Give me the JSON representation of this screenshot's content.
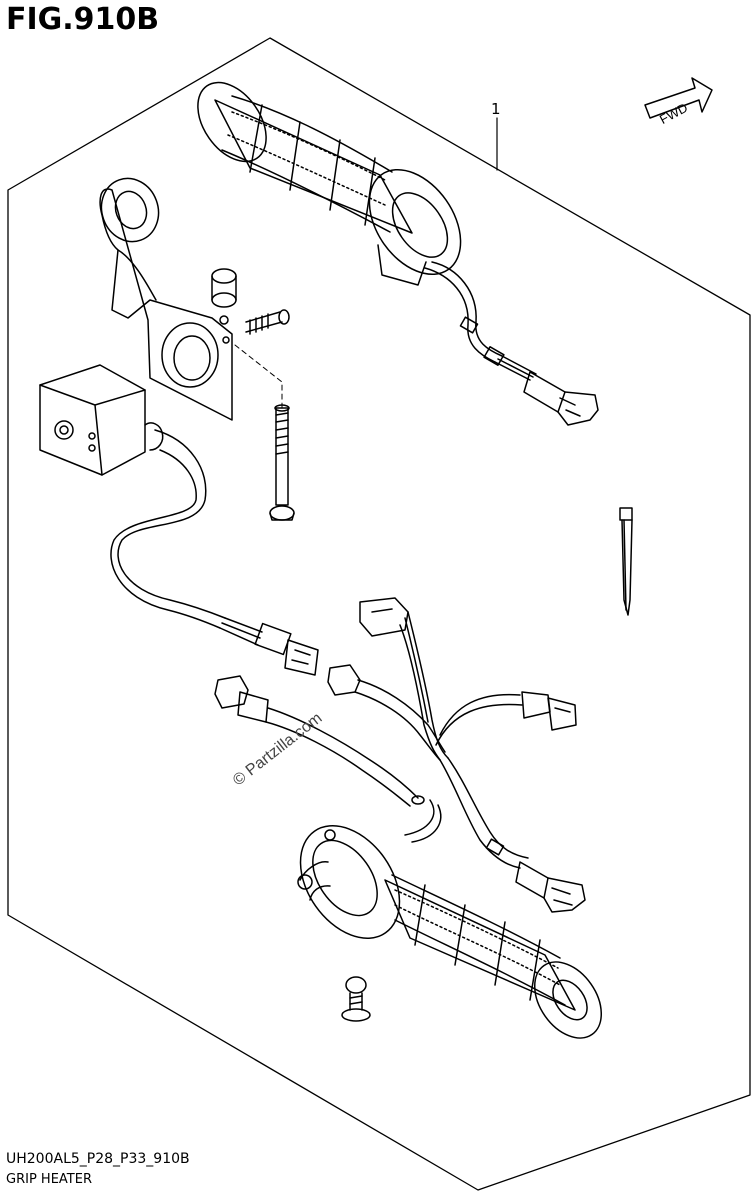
{
  "figure": {
    "title": "FIG.910B",
    "fwd_label": "FWD",
    "callout": "1",
    "watermark": "© Partzilla.com",
    "model_code": "UH200AL5_P28_P33_910B",
    "group_name": "GRIP HEATER"
  },
  "colors": {
    "line": "#000000",
    "background": "#ffffff"
  }
}
